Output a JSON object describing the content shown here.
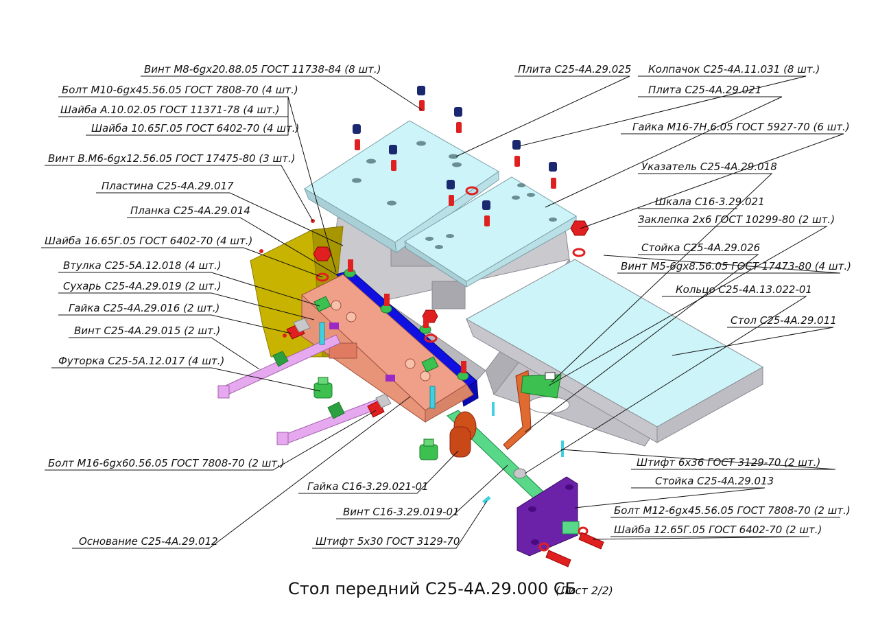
{
  "title": "Стол передний С25-4А.29.000 СБ",
  "sheet": "(Лист 2/2)",
  "labels": {
    "vint_m8": "Винт М8-6gх20.88.05 ГОСТ 11738-84 (8 шт.)",
    "plita_025": "Плита С25-4А.29.025",
    "kolpachok": "Колпачок С25-4А.11.031 (8 шт.)",
    "bolt_m10": "Болт М10-6gх45.56.05 ГОСТ 7808-70 (4 шт.)",
    "plita_021": "Плита С25-4А.29.021",
    "shaiba_a10": "Шайба А.10.02.05 ГОСТ 11371-78 (4 шт.)",
    "shaiba_10_65": "Шайба 10.65Г.05 ГОСТ 6402-70 (4 шт.)",
    "gaika_m16": "Гайка М16-7Н.6.05 ГОСТ 5927-70 (6 шт.)",
    "vint_vm6": "Винт В.М6-6gх12.56.05 ГОСТ 17475-80 (3 шт.)",
    "ukazatel": "Указатель С25-4А.29.018",
    "plastina": "Пластина С25-4А.29.017",
    "shkala": "Шкала С16-3.29.021",
    "planka": "Планка С25-4А.29.014",
    "zaklepka": "Заклепка 2х6 ГОСТ 10299-80 (2 шт.)",
    "shaiba_16": "Шайба 16.65Г.05 ГОСТ 6402-70 (4 шт.)",
    "stoika_026": "Стойка С25-4А.29.026",
    "vtulka": "Втулка С25-5А.12.018 (4 шт.)",
    "vint_m5": "Винт М5-6gх8.56.05 ГОСТ 17473-80 (4 шт.)",
    "suhar": "Сухарь С25-4А.29.019 (2 шт.)",
    "kolco": "Кольцо С25-4А.13.022-01",
    "gaika_016": "Гайка С25-4А.29.016 (2 шт.)",
    "stol": "Стол С25-4А.29.011",
    "vint_015": "Винт С25-4А.29.015 (2 шт.)",
    "futorka": "Футорка С25-5А.12.017 (4 шт.)",
    "shtift_6x36": "Штифт 6х36 ГОСТ 3129-70 (2 шт.)",
    "bolt_m16": "Болт М16-6gх60.56.05 ГОСТ 7808-70 (2 шт.)",
    "stoika_013": "Стойка С25-4А.29.013",
    "gaika_c16": "Гайка С16-3.29.021-01",
    "bolt_m12": "Болт М12-6gх45.56.05 ГОСТ 7808-70 (2 шт.)",
    "vint_c16": "Винт С16-3.29.019-01",
    "shaiba_12": "Шайба 12.65Г.05 ГОСТ 6402-70 (2 шт.)",
    "osnovanie": "Основание С25-4А.29.012",
    "shtift_5x30": "Штифт 5х30 ГОСТ 3129-70"
  },
  "colors": {
    "plate": "#cdf4f8",
    "table": "#d8d8dc",
    "base": "#f0a088",
    "blue_bar": "#1010e0",
    "yellow_plate": "#c8b400",
    "purple_stand": "#6c22a8",
    "green_parts": "#3cc050",
    "red_parts": "#e02020",
    "navy_caps": "#1a2870",
    "lilac_screws": "#e6a8ee"
  }
}
